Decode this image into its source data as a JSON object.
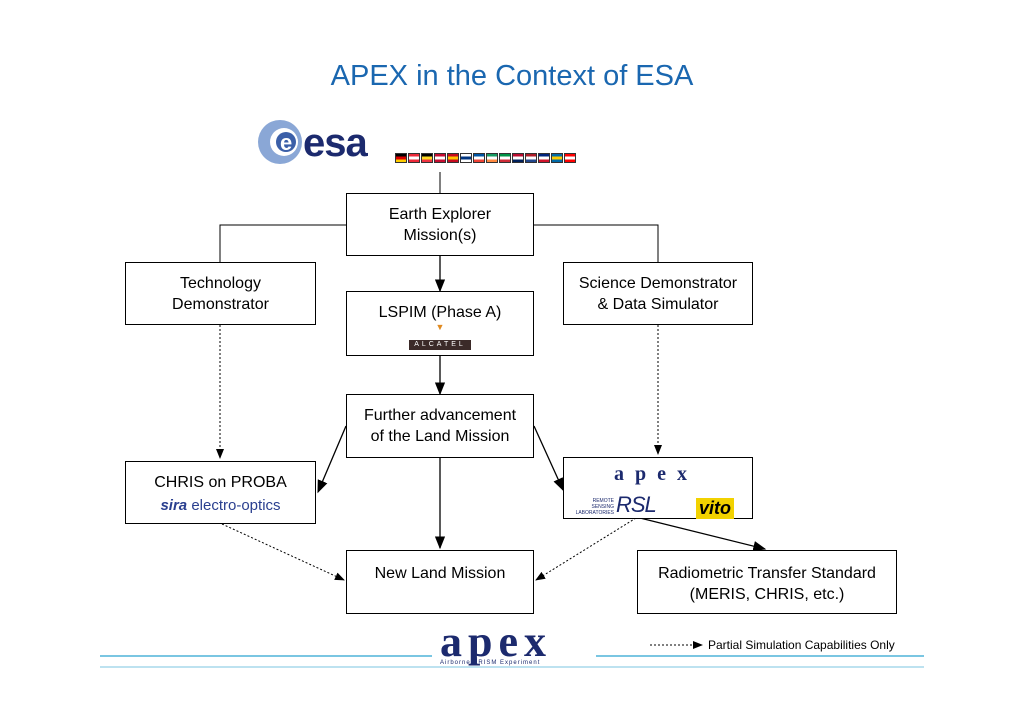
{
  "title": "APEX in the Context of ESA",
  "esa_logo_text": "esa",
  "flag_colors": [
    [
      "#000000",
      "#dd0000",
      "#ffce00"
    ],
    [
      "#ed2939",
      "#ffffff",
      "#ed2939"
    ],
    [
      "#000000",
      "#fdda24",
      "#ef3340"
    ],
    [
      "#c60c30",
      "#ffffff",
      "#c60c30"
    ],
    [
      "#c60b1e",
      "#ffc400",
      "#c60b1e"
    ],
    [
      "#ffffff",
      "#003580",
      "#ffffff"
    ],
    [
      "#0055a4",
      "#ffffff",
      "#ef4135"
    ],
    [
      "#169b62",
      "#ffffff",
      "#ff883e"
    ],
    [
      "#009246",
      "#ffffff",
      "#ce2b37"
    ],
    [
      "#ba0c2f",
      "#ffffff",
      "#00205b"
    ],
    [
      "#ae1c28",
      "#ffffff",
      "#21468b"
    ],
    [
      "#00247d",
      "#ffffff",
      "#cf142b"
    ],
    [
      "#006aa7",
      "#fecc00",
      "#006aa7"
    ],
    [
      "#ff0000",
      "#ffffff",
      "#ff0000"
    ]
  ],
  "boxes": {
    "earth_explorer": "Earth Explorer\nMission(s)",
    "technology": "Technology\nDemonstrator",
    "lspim": "LSPIM (Phase A)",
    "science": "Science Demonstrator\n& Data Simulator",
    "further": "Further advancement\nof the Land Mission",
    "chris": "CHRIS on PROBA",
    "new_land": "New Land Mission",
    "radiometric": "Radiometric Transfer Standard\n(MERIS, CHRIS, etc.)"
  },
  "logos": {
    "alcatel": "ALCATEL",
    "sira_bold": "sira",
    "sira_rest": " electro-optics",
    "apex": "a p e x",
    "rsl_small": "REMOTE\nSENSING\nLABORATORIES",
    "rsl": "RSL",
    "vito": "vito",
    "footer_apex": "apex",
    "footer_sub": "Airborne PRISM Experiment"
  },
  "legend": {
    "label": "Partial Simulation Capabilities Only"
  },
  "colors": {
    "title": "#1a67b0",
    "footer_line": "#4fb3d9"
  }
}
